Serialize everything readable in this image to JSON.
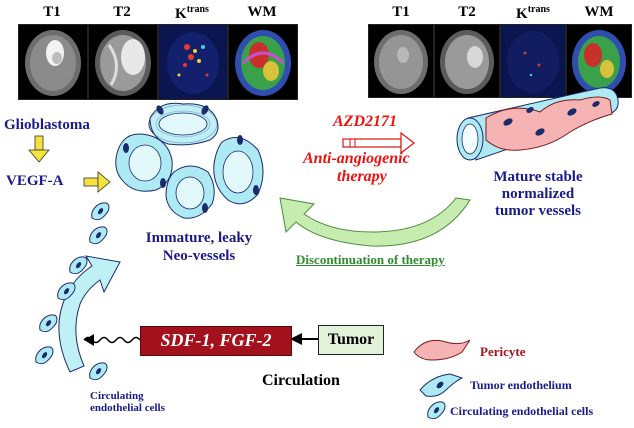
{
  "mri_left": {
    "labels": [
      "T1",
      "T2",
      "K",
      "WM"
    ],
    "ktrans_sup": "trans"
  },
  "mri_right": {
    "labels": [
      "T1",
      "T2",
      "K",
      "WM"
    ],
    "ktrans_sup": "trans"
  },
  "left_text": {
    "glioblastoma": "Glioblastoma",
    "vegf": "VEGF-A"
  },
  "drug": {
    "name": "AZD2171",
    "line1": "Anti-angiogenic",
    "line2": "therapy"
  },
  "mature": {
    "line1": "Mature stable",
    "line2": "normalized",
    "line3": "tumor vessels"
  },
  "immature": {
    "line1": "Immature, leaky",
    "line2": "Neo-vessels"
  },
  "discontinuation": "Discontinuation of therapy",
  "sdf_box": "SDF-1, FGF-2",
  "tumor_box": "Tumor",
  "circulation": "Circulation",
  "circulating_cells": {
    "line1": "Circulating",
    "line2": "endothelial cells"
  },
  "legend": {
    "pericyte": "Pericyte",
    "tumor_endothelium": "Tumor endothelium",
    "circulating": "Circulating endothelial cells"
  },
  "colors": {
    "navy": "#1a1a8c",
    "red": "#e11111",
    "green": "#2e8b2e",
    "cell": "#aeeaf4",
    "pericyte": "#f5b3b3",
    "box_red": "#a3121c",
    "box_green": "#e2f2d8",
    "arrow_green": "#c6ecb0",
    "arrow_cyan": "#bff0f6"
  }
}
